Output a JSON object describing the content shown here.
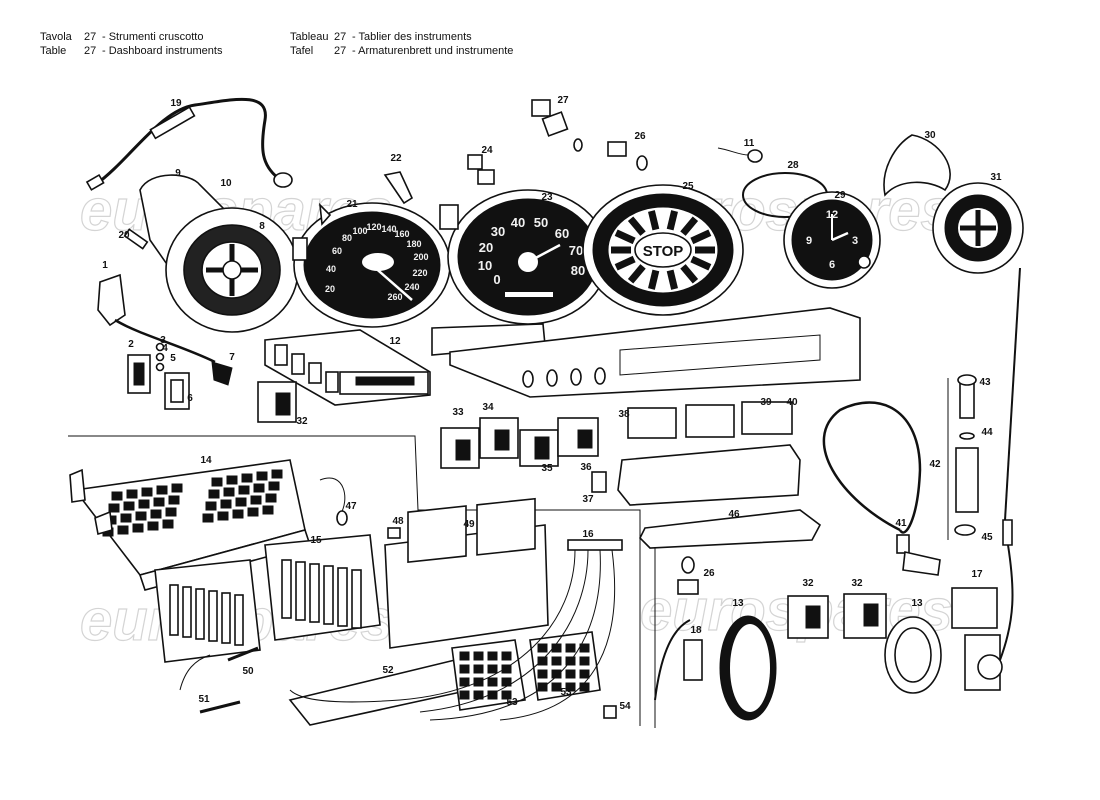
{
  "header": {
    "it": {
      "lang": "Tavola",
      "num": "27",
      "text": "- Strumenti cruscotto"
    },
    "en": {
      "lang": "Table",
      "num": "27",
      "text": "- Dashboard instruments"
    },
    "fr": {
      "lang": "Tableau",
      "num": "27",
      "text": "- Tablier des instruments"
    },
    "de": {
      "lang": "Tafel",
      "num": "27",
      "text": "- Armaturenbrett und instrumente"
    }
  },
  "watermark": "eurospares",
  "dials": {
    "speedometer": [
      "20",
      "40",
      "60",
      "80",
      "100",
      "120",
      "140",
      "160",
      "180",
      "200",
      "220",
      "240",
      "260"
    ],
    "tachometer": [
      "0",
      "10",
      "20",
      "30",
      "40",
      "50",
      "60",
      "70",
      "80"
    ],
    "warning": "STOP",
    "clock": [
      "12",
      "3",
      "6",
      "9"
    ]
  },
  "callouts": [
    "1",
    "2",
    "3",
    "4",
    "5",
    "6",
    "7",
    "8",
    "9",
    "10",
    "11",
    "12",
    "13",
    "13",
    "14",
    "15",
    "16",
    "17",
    "18",
    "19",
    "20",
    "21",
    "22",
    "23",
    "24",
    "25",
    "26",
    "26",
    "27",
    "28",
    "29",
    "30",
    "31",
    "32",
    "32",
    "32",
    "33",
    "34",
    "35",
    "36",
    "37",
    "38",
    "39",
    "40",
    "41",
    "42",
    "43",
    "44",
    "45",
    "46",
    "47",
    "48",
    "49",
    "50",
    "51",
    "52",
    "53",
    "53",
    "54"
  ],
  "colors": {
    "ink": "#111111",
    "paper": "#ffffff",
    "watermark": "#d4d4d4"
  }
}
